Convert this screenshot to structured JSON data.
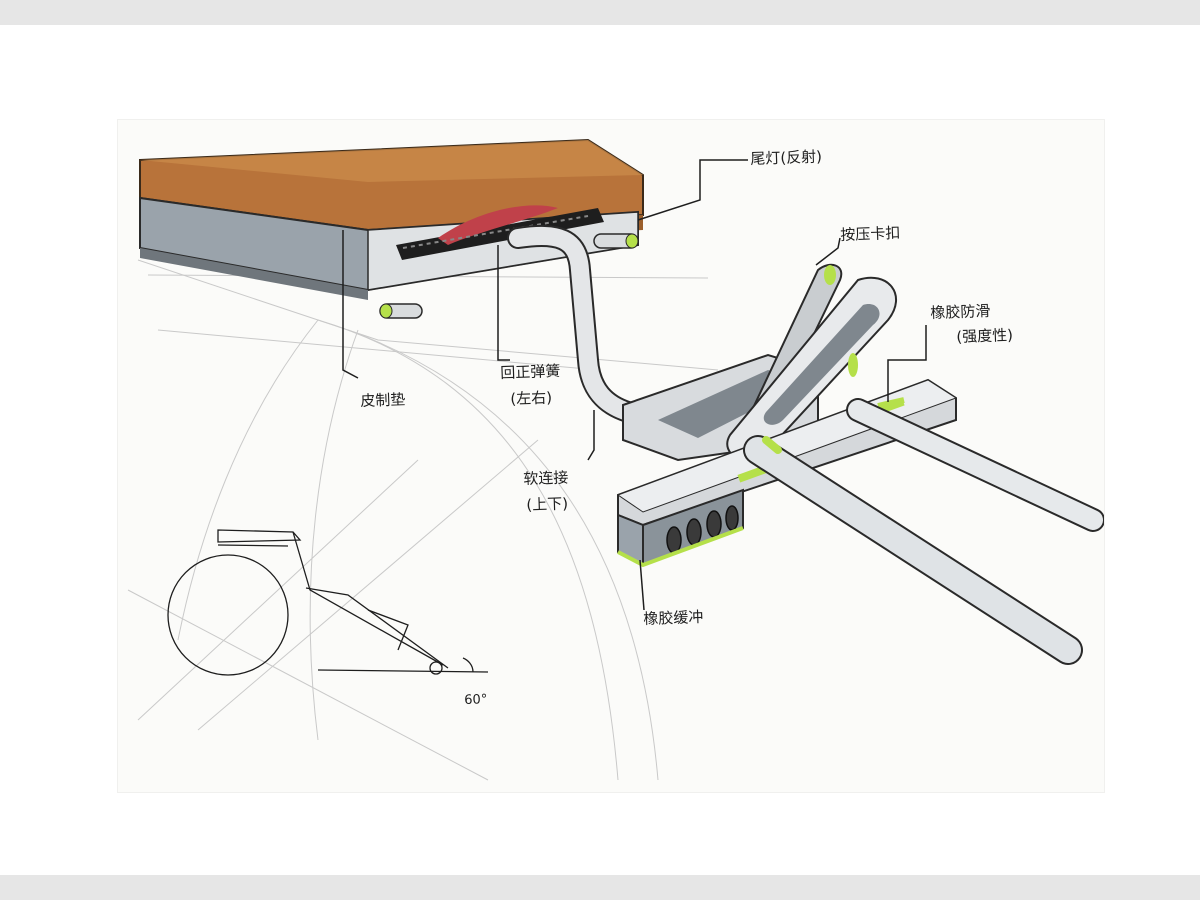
{
  "annotations": [
    {
      "id": "brake-light",
      "text": "尾灯(反射)"
    },
    {
      "id": "squeeze-clip",
      "text": "按压卡扣"
    },
    {
      "id": "rubber-anti-slip",
      "text": "橡胶防滑"
    },
    {
      "id": "rubber-anti-slip-note",
      "text": "(强度性)"
    },
    {
      "id": "leather-cushion",
      "text": "皮制垫"
    },
    {
      "id": "return-spring",
      "text": "回正弹簧"
    },
    {
      "id": "return-spring-dir",
      "text": "(左右)"
    },
    {
      "id": "soft-joint",
      "text": "软连接"
    },
    {
      "id": "soft-joint-dir",
      "text": "(上下)"
    },
    {
      "id": "rubber-buffer",
      "text": "橡胶缓冲"
    }
  ],
  "angle_label": "60°",
  "colors": {
    "leather": "#b8733a",
    "metal": "#9aa3ab",
    "accent": "#b5e04a",
    "ink": "#1e1e1e",
    "pencil": "#bdbdbd"
  }
}
